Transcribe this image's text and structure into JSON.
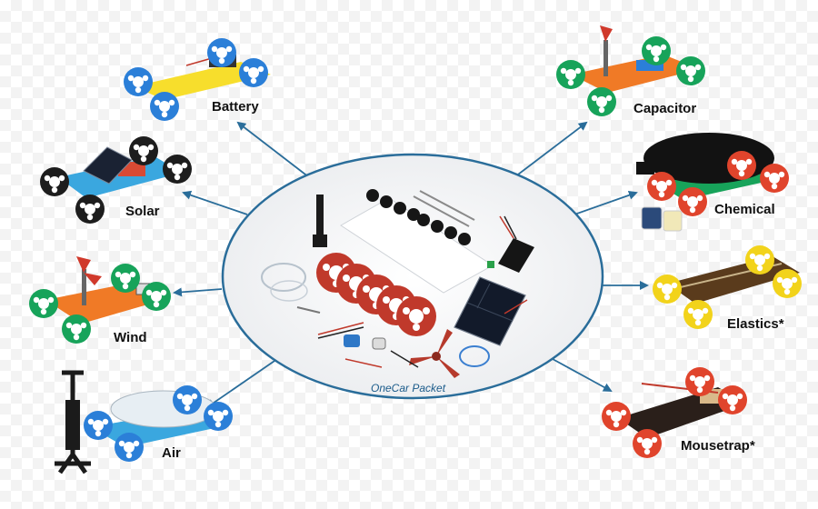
{
  "center": {
    "label": "OneCar Packet"
  },
  "power_sources": [
    {
      "id": "battery",
      "label": "Battery"
    },
    {
      "id": "solar",
      "label": "Solar"
    },
    {
      "id": "wind",
      "label": "Wind"
    },
    {
      "id": "air",
      "label": "Air"
    },
    {
      "id": "capacitor",
      "label": "Capacitor"
    },
    {
      "id": "chemical",
      "label": "Chemical"
    },
    {
      "id": "elastics",
      "label": "Elastics*"
    },
    {
      "id": "mousetrap",
      "label": "Mousetrap*"
    }
  ],
  "colors": {
    "arrow": "#2a6d9a",
    "ellipse_border": "#2a6d9a",
    "wheel_green": "#17a35a",
    "wheel_blue": "#2b7fd8",
    "wheel_red": "#e0442c",
    "wheel_yellow": "#f2d31b",
    "pulley_red": "#c0392b"
  }
}
